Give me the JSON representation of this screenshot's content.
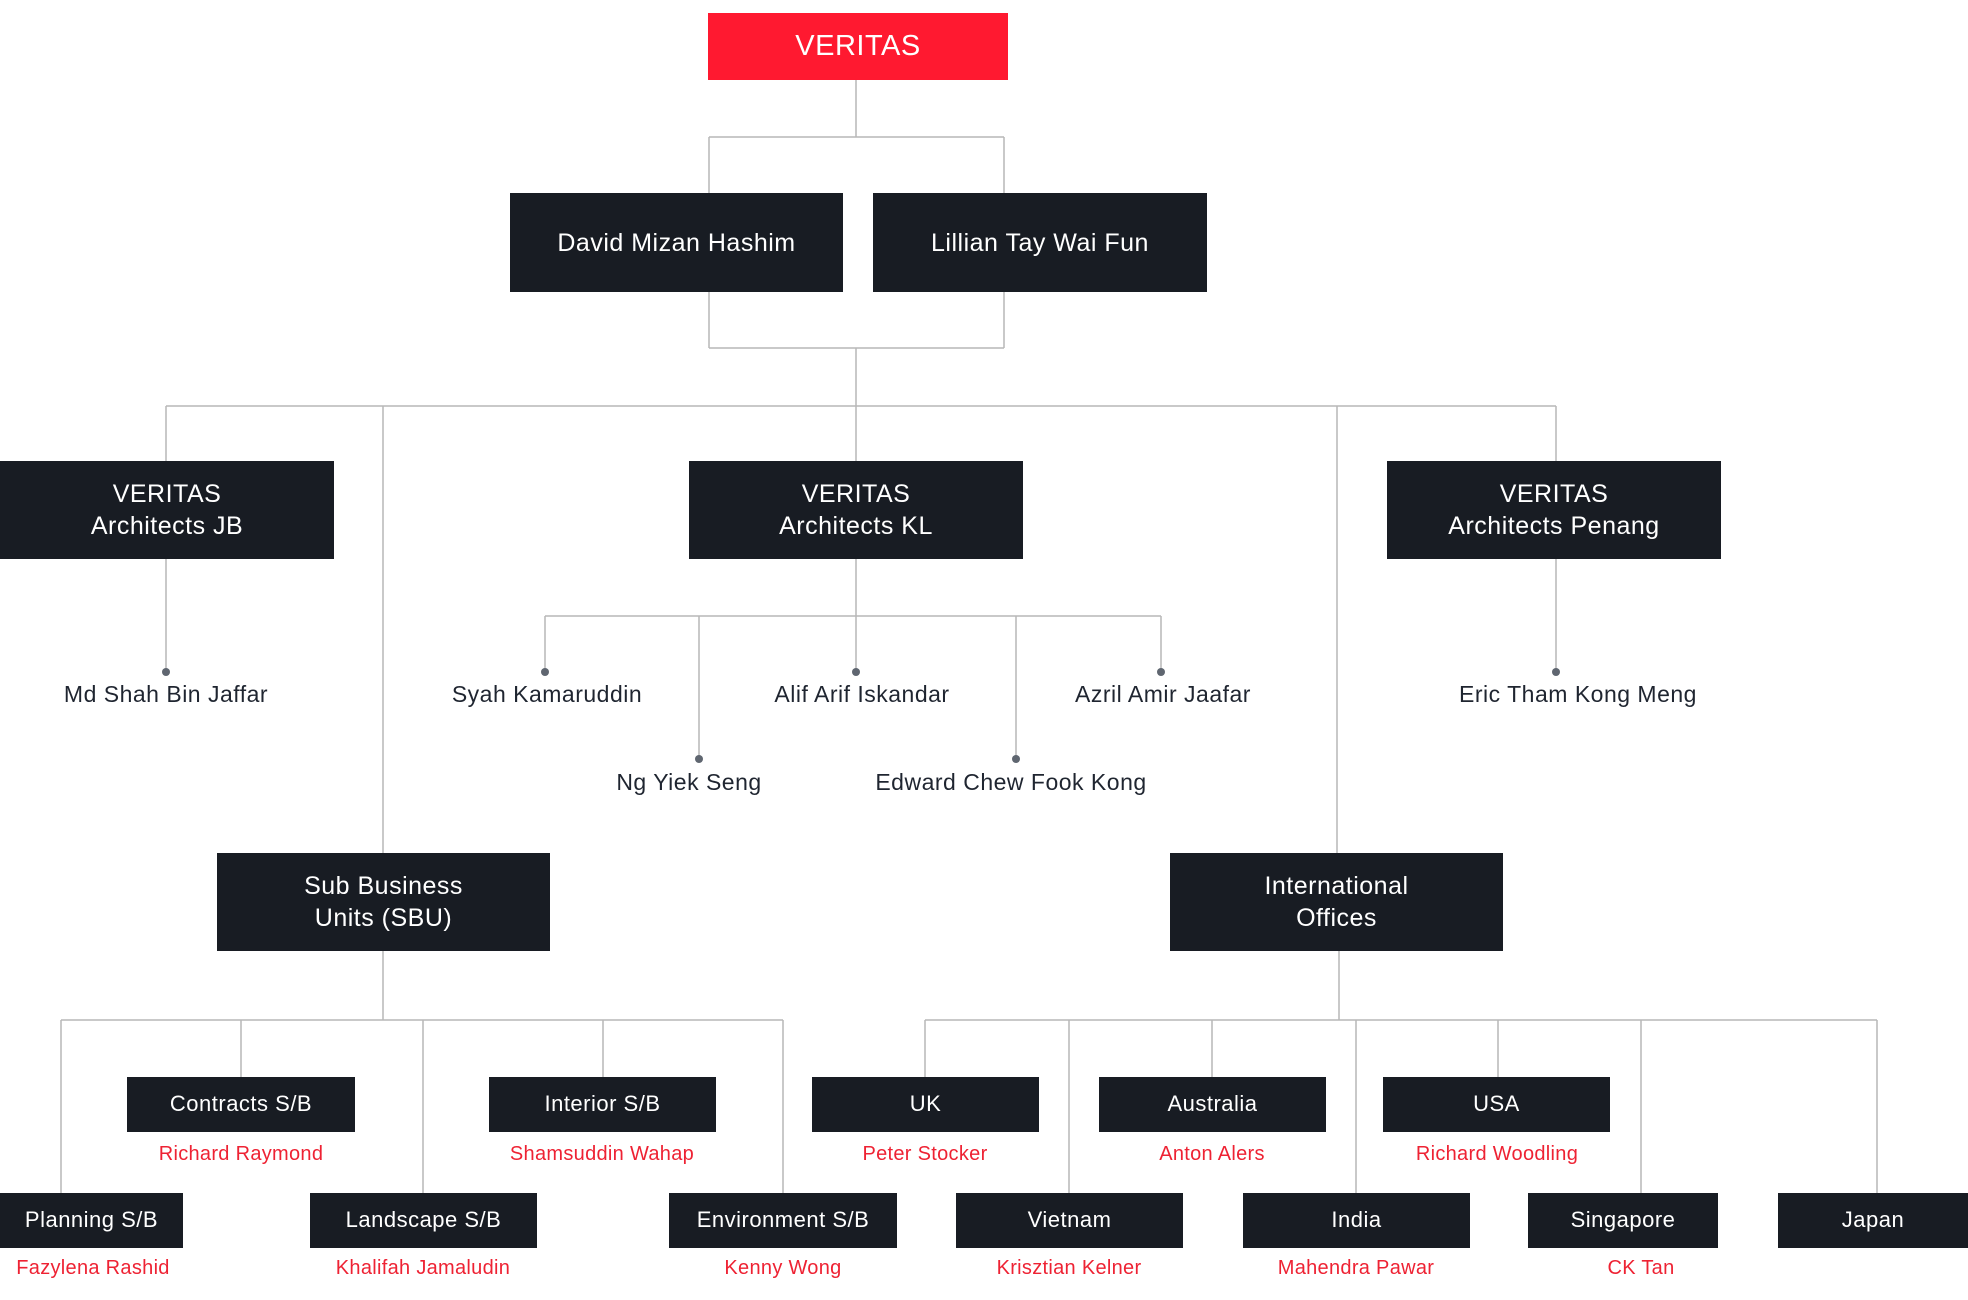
{
  "root": {
    "title": "VERITAS",
    "color": "#ff1930"
  },
  "directors": [
    "David Mizan Hashim",
    "Lillian Tay Wai Fun"
  ],
  "branches": {
    "jb": {
      "line1": "VERITAS",
      "line2": "Architects JB",
      "leads": [
        "Md Shah Bin Jaffar"
      ]
    },
    "kl": {
      "line1": "VERITAS",
      "line2": "Architects KL",
      "leads": [
        "Syah Kamaruddin",
        "Ng Yiek Seng",
        "Alif Arif Iskandar",
        "Edward Chew Fook Kong",
        "Azril Amir Jaafar"
      ]
    },
    "penang": {
      "line1": "VERITAS",
      "line2": "Architects Penang",
      "leads": [
        "Eric Tham Kong Meng"
      ]
    }
  },
  "sbu": {
    "line1": "Sub Business",
    "line2": "Units (SBU)",
    "units": [
      {
        "name": "Planning S/B",
        "person": "Fazylena Rashid"
      },
      {
        "name": "Contracts S/B",
        "person": "Richard Raymond"
      },
      {
        "name": "Landscape S/B",
        "person": "Khalifah Jamaludin"
      },
      {
        "name": "Interior S/B",
        "person": "Shamsuddin Wahap"
      },
      {
        "name": "Environment S/B",
        "person": "Kenny Wong"
      }
    ]
  },
  "international": {
    "line1": "International",
    "line2": "Offices",
    "offices": [
      {
        "name": "UK",
        "person": "Peter Stocker"
      },
      {
        "name": "Vietnam",
        "person": "Krisztian Kelner"
      },
      {
        "name": "Australia",
        "person": "Anton Alers"
      },
      {
        "name": "India",
        "person": "Mahendra Pawar"
      },
      {
        "name": "USA",
        "person": "Richard Woodling"
      },
      {
        "name": "Singapore",
        "person": "CK Tan"
      },
      {
        "name": "Japan",
        "person": ""
      }
    ]
  },
  "colors": {
    "box": "#181c23",
    "accent": "#ff1930",
    "person": "#ee2233",
    "line": "#b7b7b7",
    "dot": "#5f6670"
  }
}
